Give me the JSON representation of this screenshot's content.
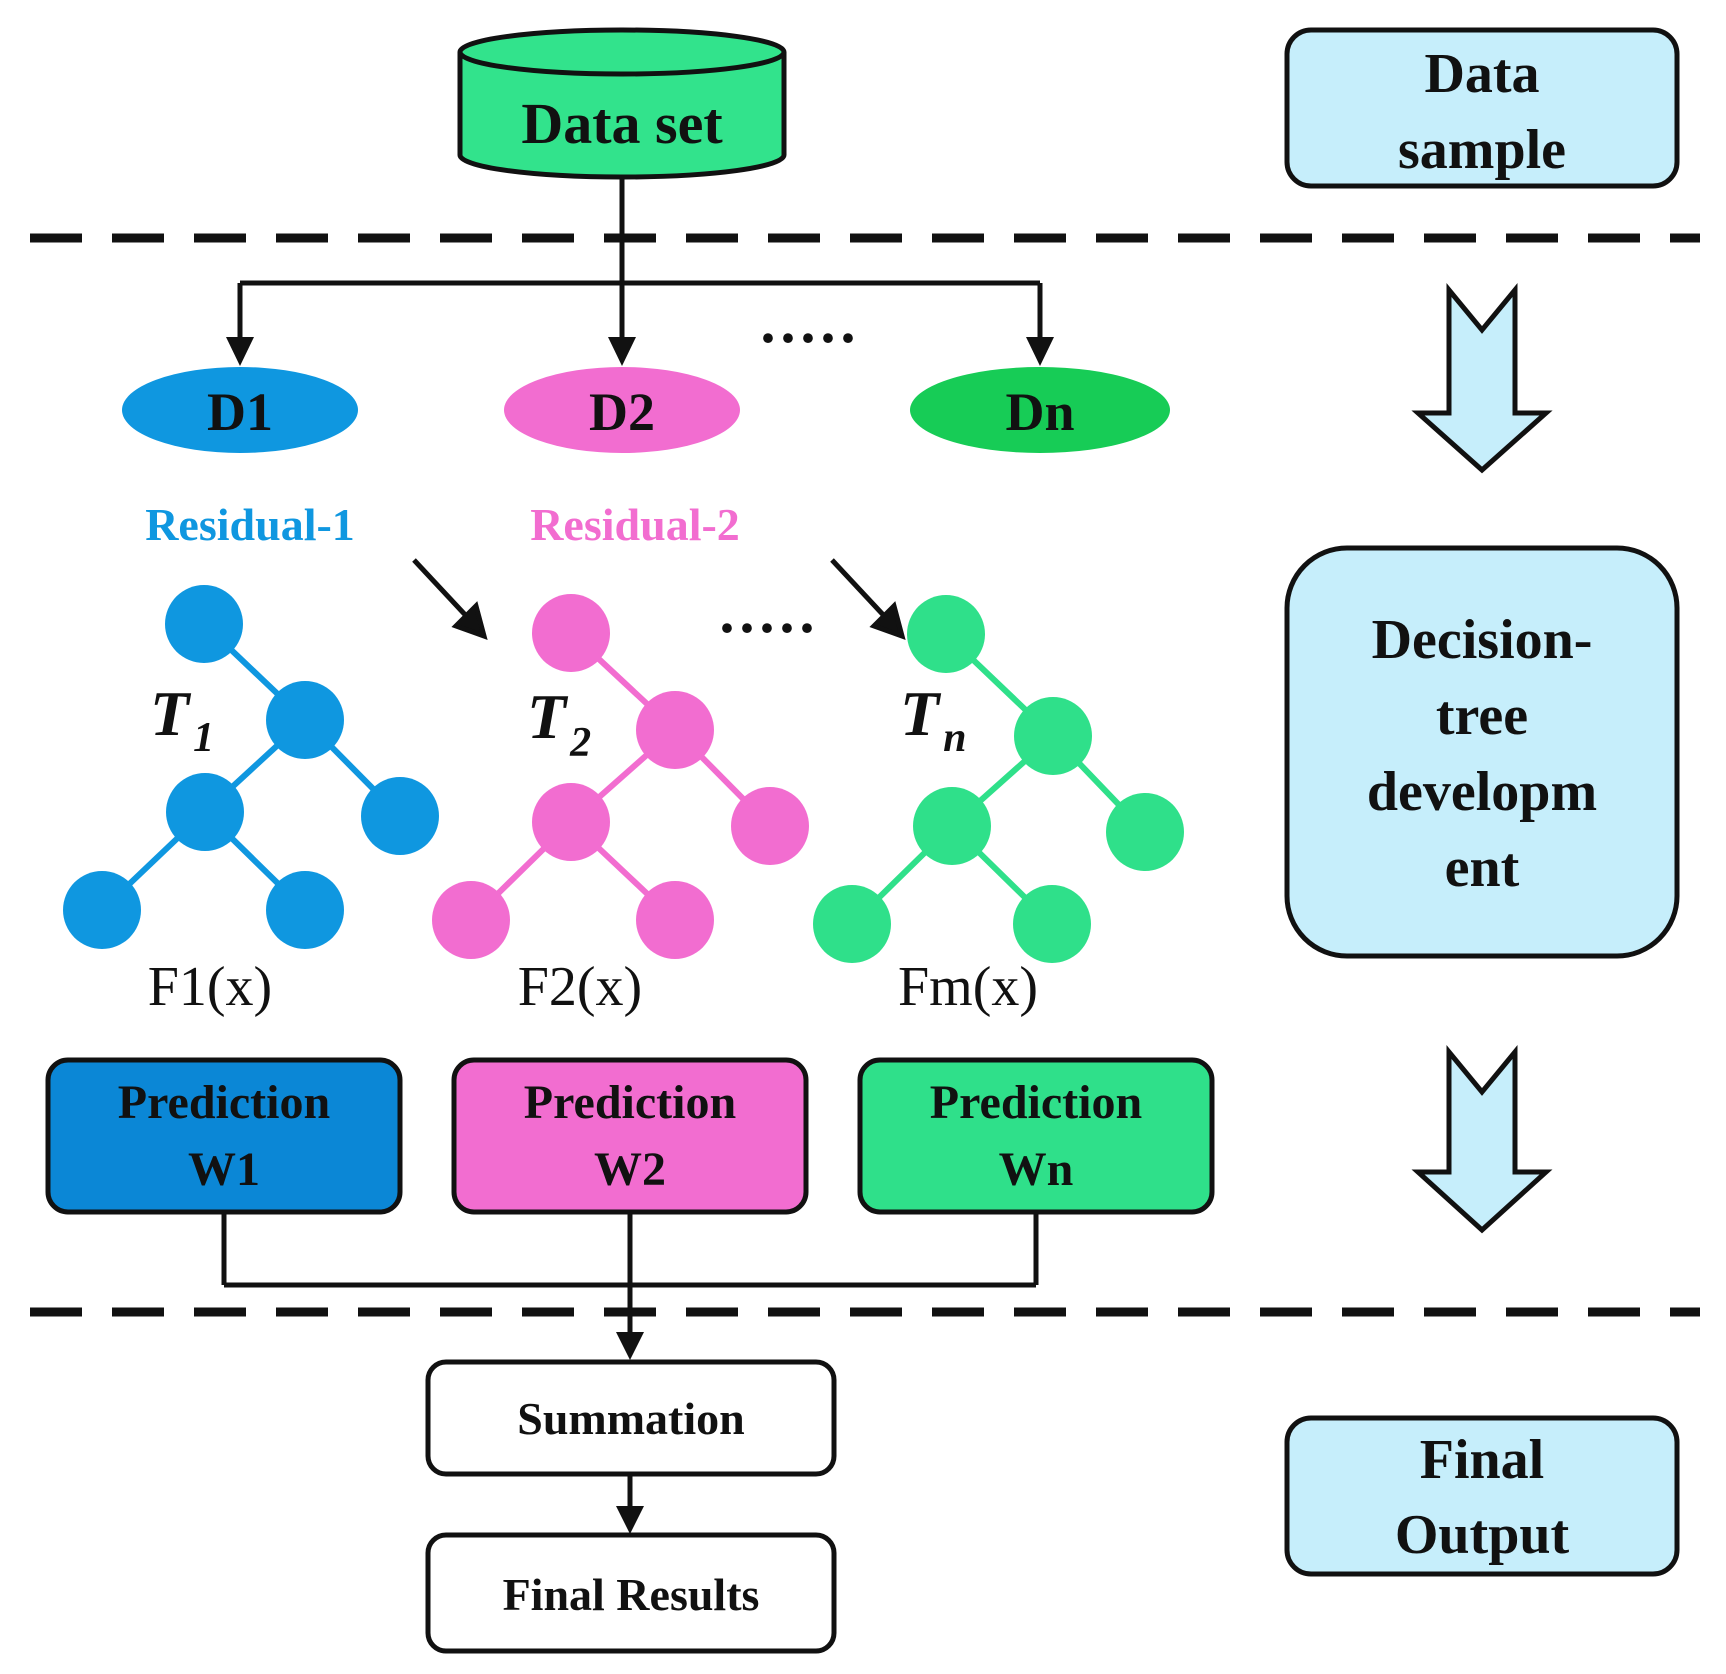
{
  "dataset": {
    "label": "Data set"
  },
  "subsets": [
    {
      "label": "D1",
      "color": "#0f97e0"
    },
    {
      "label": "D2",
      "color": "#f26dd0"
    },
    {
      "label": "Dn",
      "color": "#17cc56"
    }
  ],
  "ellipsis": "·····",
  "residuals": [
    {
      "label": "Residual-1",
      "color": "#0f97e0"
    },
    {
      "label": "Residual-2",
      "color": "#f26dd0"
    }
  ],
  "trees": [
    {
      "symbol": "T",
      "subscript": "1",
      "function": "F1(x)",
      "color": "#0f97e0"
    },
    {
      "symbol": "T",
      "subscript": "2",
      "function": "F2(x)",
      "color": "#f26dd0"
    },
    {
      "symbol": "T",
      "subscript": "n",
      "function": "Fm(x)",
      "color": "#2fe08a"
    }
  ],
  "predictions": [
    {
      "line1": "Prediction",
      "line2": "W1",
      "color": "#0b87d6"
    },
    {
      "line1": "Prediction",
      "line2": "W2",
      "color": "#f26dd0"
    },
    {
      "line1": "Prediction",
      "line2": "Wn",
      "color": "#2fe08a"
    }
  ],
  "summation": {
    "label": "Summation"
  },
  "final_results": {
    "label": "Final Results"
  },
  "stages": [
    {
      "line1": "Data",
      "line2": "sample"
    },
    {
      "line1": "Decision-",
      "line2": "tree",
      "line3": "developm",
      "line4": "ent"
    },
    {
      "line1": "Final",
      "line2": "Output"
    }
  ],
  "colors": {
    "dataset_fill": "#32e38c",
    "stage_fill": "#c6eefb",
    "stage_arrow_fill": "#c6eefb",
    "line": "#111111"
  }
}
